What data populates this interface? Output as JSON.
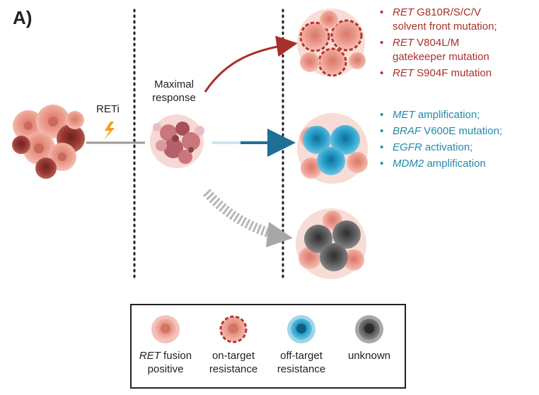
{
  "panel_label": "A)",
  "treatment_label": "RETi",
  "response_label_line1": "Maximal",
  "response_label_line2": "response",
  "on_target_mutations": [
    {
      "gene": "RET",
      "text_line1": " G810R/S/C/V",
      "text_line2": "solvent front mutation;"
    },
    {
      "gene": "RET",
      "text_line1": " V804L/M",
      "text_line2": "gatekeeper mutation"
    },
    {
      "gene": "RET",
      "text_line1": " S904F mutation",
      "text_line2": ""
    }
  ],
  "off_target_mechanisms": [
    {
      "gene": "MET",
      "text": " amplification;"
    },
    {
      "gene": "BRAF",
      "text": " V600E mutation;"
    },
    {
      "gene": "EGFR",
      "text": " activation;"
    },
    {
      "gene": "MDM2",
      "text": " amplification"
    }
  ],
  "legend": [
    {
      "italic": "RET",
      "line1": " fusion",
      "line2": "positive"
    },
    {
      "italic": "",
      "line1": "on-target",
      "line2": "resistance"
    },
    {
      "italic": "",
      "line1": "off-target",
      "line2": "resistance"
    },
    {
      "italic": "",
      "line1": "unknown",
      "line2": ""
    }
  ],
  "colors": {
    "fusion_positive": "#e8897a",
    "on_target": "#b8332a",
    "off_target": "#2a9ac4",
    "unknown": "#5b5b5b",
    "arrow_on_target": "#a8302a",
    "arrow_off_target": "#1f6f99",
    "arrow_unknown": "#b7b7b7"
  }
}
